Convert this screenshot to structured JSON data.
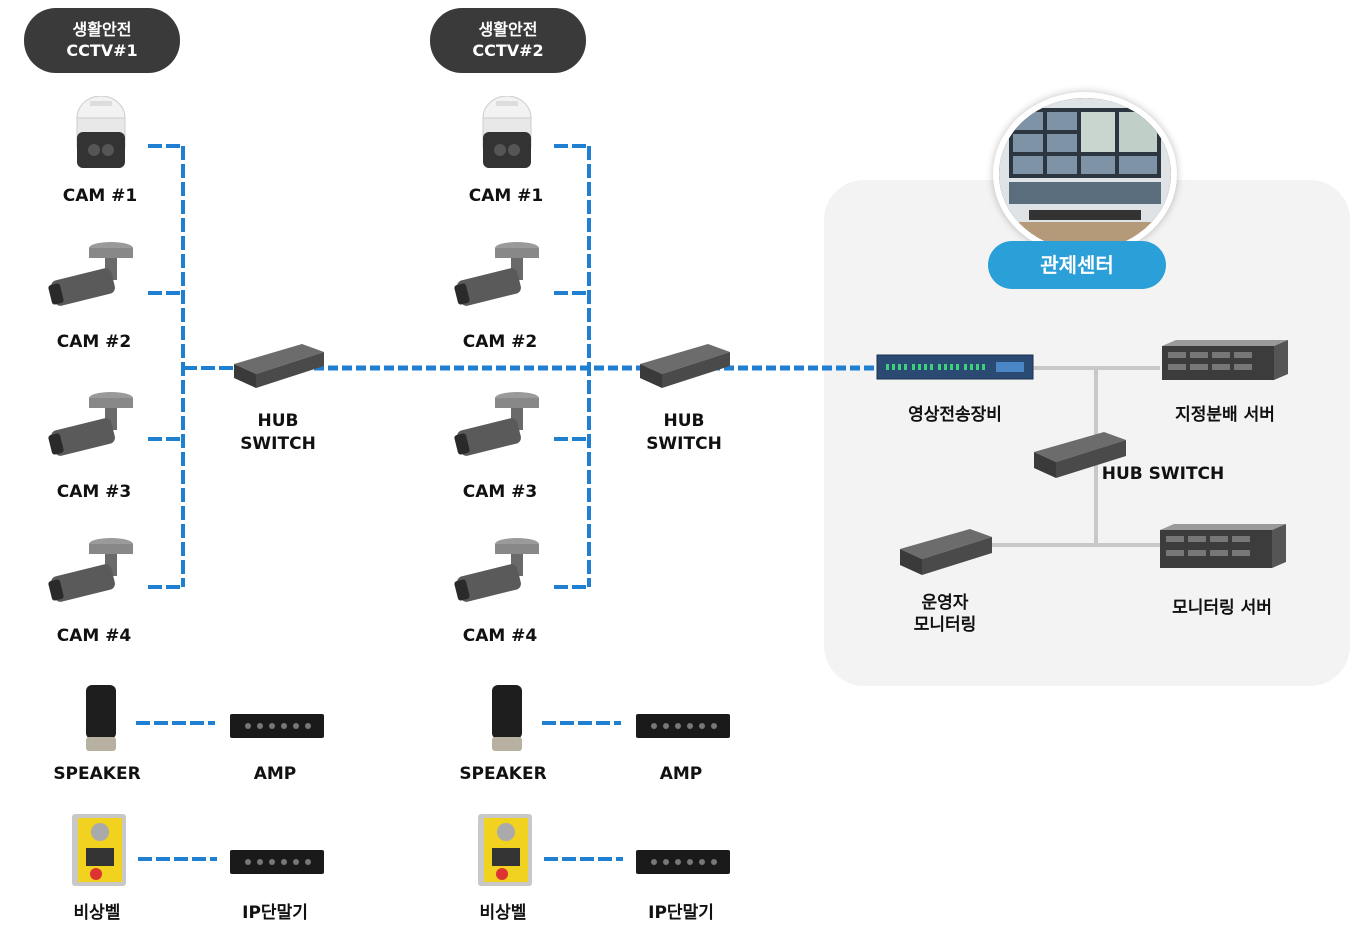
{
  "groups": [
    {
      "title_line1": "생활안전",
      "title_line2": "CCTV#1",
      "cams": [
        "CAM #1",
        "CAM #2",
        "CAM #3",
        "CAM #4"
      ],
      "hub_line1": "HUB",
      "hub_line2": "SWITCH",
      "speaker": "SPEAKER",
      "amp": "AMP",
      "bell": "비상벨",
      "ip_terminal": "IP단말기"
    },
    {
      "title_line1": "생활안전",
      "title_line2": "CCTV#2",
      "cams": [
        "CAM #1",
        "CAM #2",
        "CAM #3",
        "CAM #4"
      ],
      "hub_line1": "HUB",
      "hub_line2": "SWITCH",
      "speaker": "SPEAKER",
      "amp": "AMP",
      "bell": "비상벨",
      "ip_terminal": "IP단말기"
    }
  ],
  "control_center": {
    "title": "관제센터",
    "transmitter": "영상전송장비",
    "distribution_server": "지정분배 서버",
    "hub_switch": "HUB SWITCH",
    "operator_line1": "운영자",
    "operator_line2": "모니터링",
    "monitoring_server": "모니터링 서버"
  },
  "colors": {
    "link_blue": "#1f7fd0",
    "link_light": "#55b6ee",
    "pill_dark": "#3a3a3a",
    "control_blue": "#2a9fd8",
    "panel_bg": "#f3f3f3",
    "lan_gray": "#c8c8c8"
  }
}
